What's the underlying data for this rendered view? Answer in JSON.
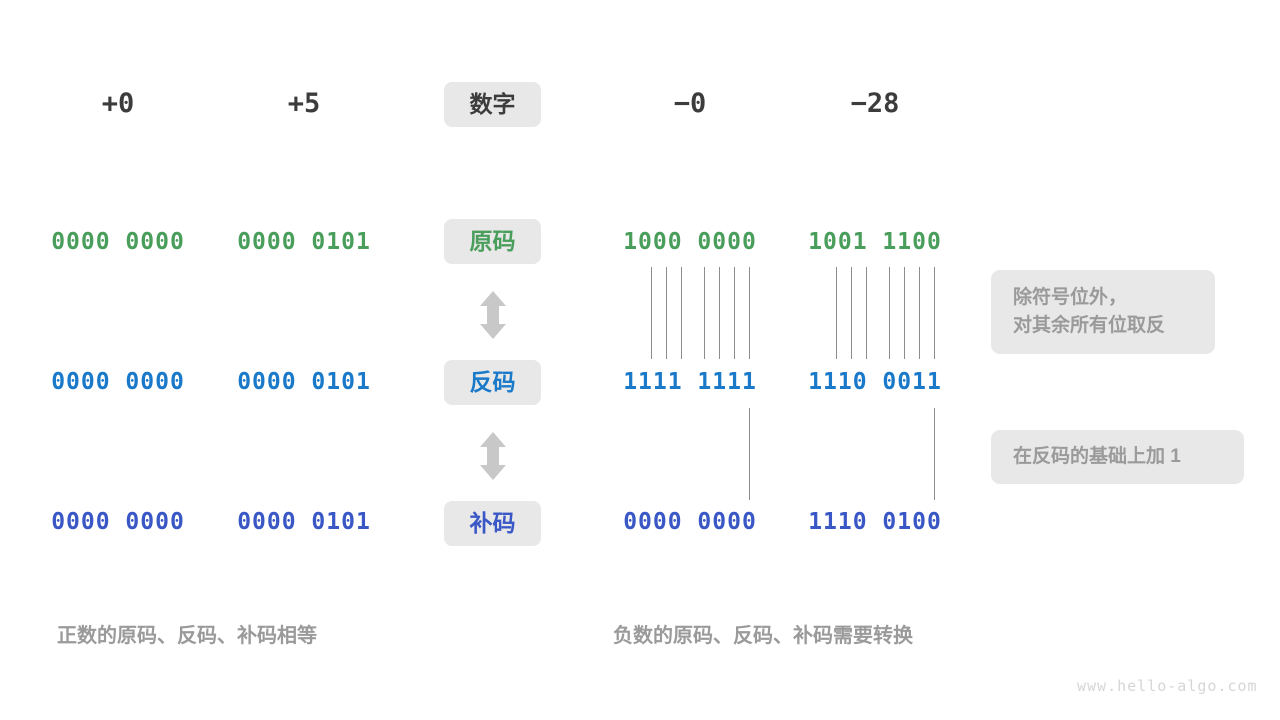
{
  "header": {
    "columns": [
      {
        "key": "plus0",
        "label": "+0"
      },
      {
        "key": "plus5",
        "label": "+5"
      },
      {
        "key": "badge",
        "label": "数字"
      },
      {
        "key": "minus0",
        "label": "−0"
      },
      {
        "key": "minus28",
        "label": "−28"
      }
    ]
  },
  "rows": [
    {
      "badge": "原码",
      "color": "#4a9e5c",
      "plus0": "0000 0000",
      "plus5": "0000 0101",
      "minus0": "1000 0000",
      "minus28": "1001 1100"
    },
    {
      "badge": "反码",
      "color": "#1a79c8",
      "plus0": "0000 0000",
      "plus5": "0000 0101",
      "minus0": "1111 1111",
      "minus28": "1110 0011"
    },
    {
      "badge": "补码",
      "color": "#3a57c6",
      "plus0": "0000 0000",
      "plus5": "0000 0101",
      "minus0": "0000 0000",
      "minus28": "1110 0100"
    }
  ],
  "notes": {
    "invert_line1": "除符号位外，",
    "invert_line2": "对其余所有位取反",
    "plus_one": "在反码的基础上加  1"
  },
  "captions": {
    "left": "正数的原码、反码、补码相等",
    "right": "负数的原码、反码、补码需要转换"
  },
  "watermark": "www.hello-algo.com",
  "colors": {
    "badge_bg": "#e8e8e8",
    "note_bg": "#e8e8e8",
    "note_text": "#9a9a9a",
    "header_text": "#3c3c3c",
    "arrow": "#c8c8c8",
    "connector": "#8c8c8c",
    "watermark": "#d6d6d6"
  }
}
